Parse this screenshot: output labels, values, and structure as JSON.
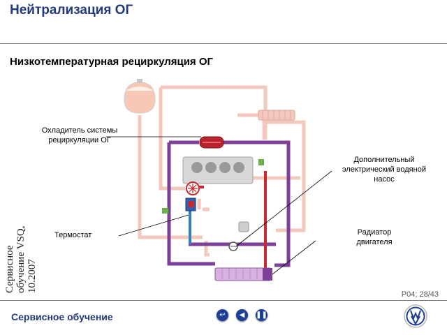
{
  "header": {
    "title": "Нейтрализация ОГ",
    "subtitle": "Низкотемпературная рециркуляция ОГ"
  },
  "labels": {
    "egr_cooler": "Охладитель системы рециркуляции ОГ",
    "thermostat": "Термостат",
    "aux_pump": "Дополнительный электрический водяной насос",
    "radiator": "Радиатор двигателя"
  },
  "side_note": {
    "line1": "Сервисное",
    "line2": "обучение VSQ,",
    "line3": "10.2007"
  },
  "page_number": "P04; 28/43",
  "footer": {
    "label": "Сервисное обучение"
  },
  "nav": {
    "return_icon": "return-icon",
    "prev_icon": "play-back-icon",
    "pause_icon": "pause-icon"
  },
  "colors": {
    "title_blue": "#223a7a",
    "low_temp_circuit": "#7d3f98",
    "hot_coolant": "#c8282e",
    "cold_coolant": "#2f7fc1",
    "engine_circuit": "#f3c9bd",
    "nav_button": "#1f3f94"
  }
}
